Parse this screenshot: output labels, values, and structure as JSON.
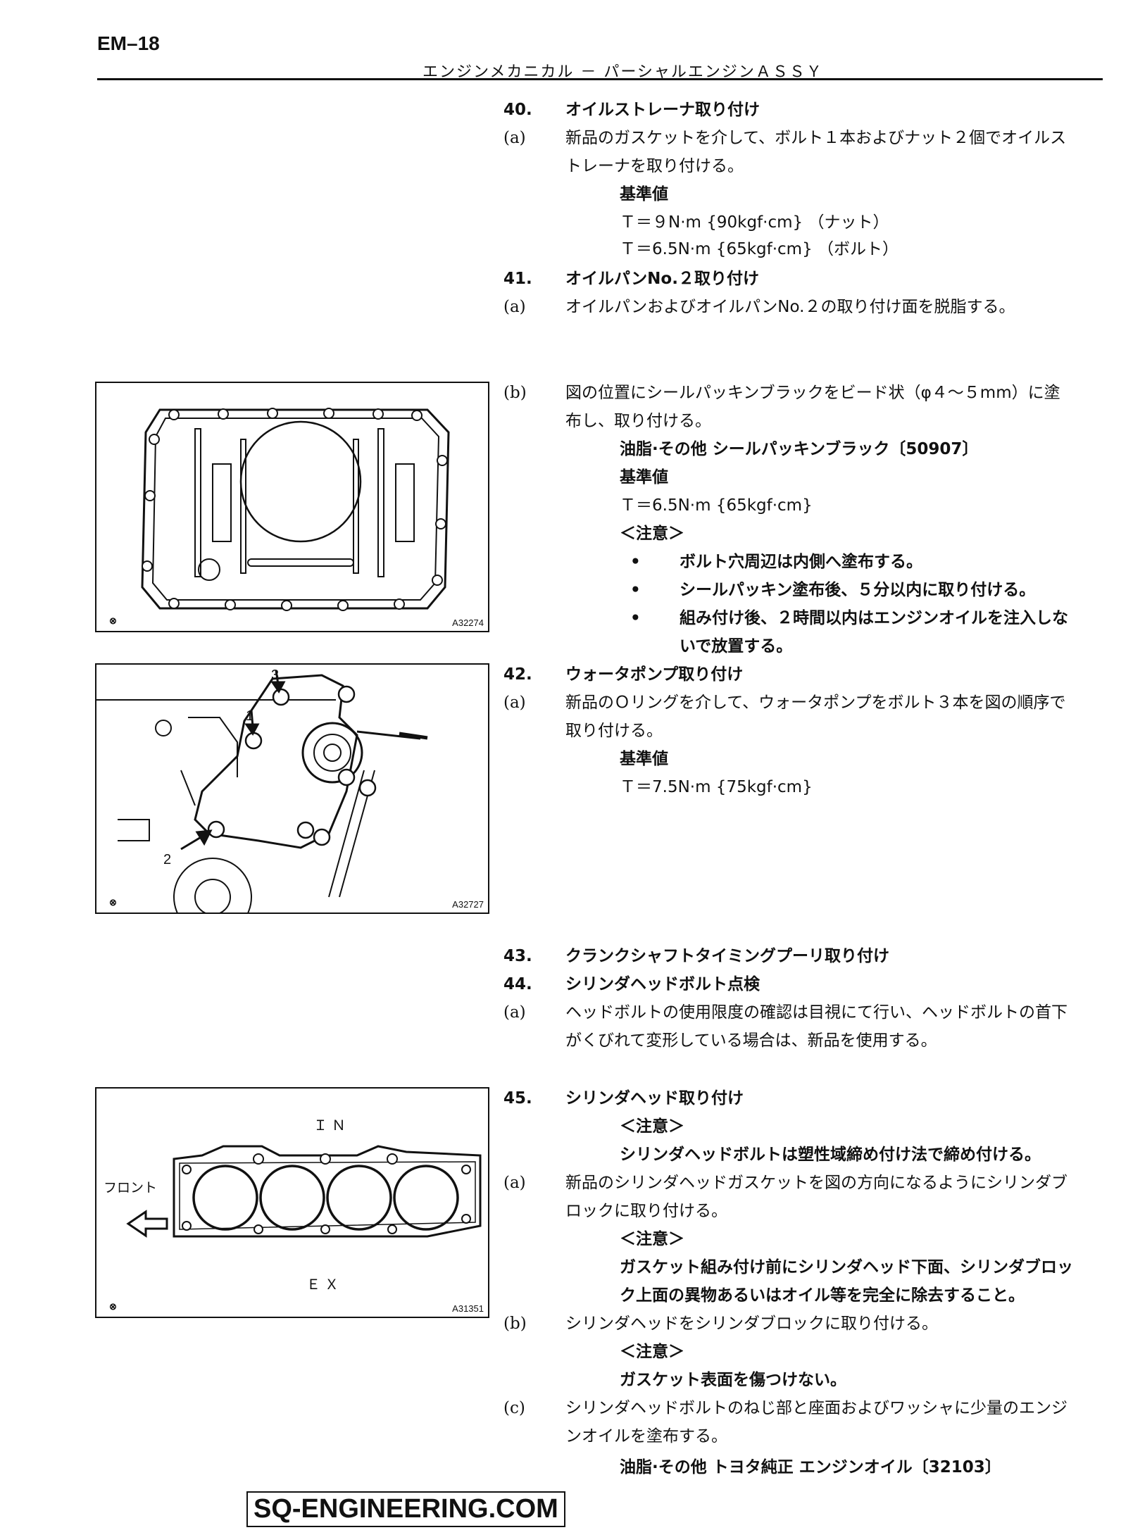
{
  "page": {
    "number": "EM–18",
    "section": "エンジンメカニカル － パーシャルエンジンＡＳＳＹ",
    "footer": "SQ-ENGINEERING.COM"
  },
  "lines": {
    "l40": {
      "num": "40.",
      "text": "オイルストレーナ取り付け"
    },
    "l40a1": {
      "label": "(a)",
      "text": "新品のガスケットを介して、ボルト１本およびナット２個でオイルス"
    },
    "l40a2": "トレーナを取り付ける。",
    "l40s": "基準値",
    "l40t1": "Ｔ＝９N·m {90kgf·cm} （ナット）",
    "l40t2": "Ｔ＝6.5N·m {65kgf·cm} （ボルト）",
    "l41": {
      "num": "41.",
      "text": "オイルパンNo.２取り付け"
    },
    "l41a": {
      "label": "(a)",
      "text": "オイルパンおよびオイルパンNo.２の取り付け面を脱脂する。"
    },
    "l41b1": {
      "label": "(b)",
      "text": "図の位置にシールパッキンブラックをビード状（φ４～５mm）に塗"
    },
    "l41b2": "布し、取り付ける。",
    "l41oil": "油脂·その他 シールパッキンブラック〔50907〕",
    "l41s": "基準値",
    "l41t": "Ｔ＝6.5N·m {65kgf·cm}",
    "l41c": "＜注意＞",
    "l41bul1": "ボルト穴周辺は内側へ塗布する。",
    "l41bul2": "シールパッキン塗布後、５分以内に取り付ける。",
    "l41bul3a": "組み付け後、２時間以内はエンジンオイルを注入しな",
    "l41bul3b": "いで放置する。",
    "bullet": "•",
    "l42": {
      "num": "42.",
      "text": "ウォータポンプ取り付け"
    },
    "l42a1": {
      "label": "(a)",
      "text": "新品のＯリングを介して、ウォータポンプをボルト３本を図の順序で"
    },
    "l42a2": "取り付ける。",
    "l42s": "基準値",
    "l42t": "Ｔ＝7.5N·m {75kgf·cm}",
    "l43": {
      "num": "43.",
      "text": "クランクシャフトタイミングプーリ取り付け"
    },
    "l44": {
      "num": "44.",
      "text": "シリンダヘッドボルト点検"
    },
    "l44a1": {
      "label": "(a)",
      "text": "ヘッドボルトの使用限度の確認は目視にて行い、ヘッドボルトの首下"
    },
    "l44a2": "がくびれて変形している場合は、新品を使用する。",
    "l45": {
      "num": "45.",
      "text": "シリンダヘッド取り付け"
    },
    "l45c": "＜注意＞",
    "l45ct": "シリンダヘッドボルトは塑性域締め付け法で締め付ける。",
    "l45a1": {
      "label": "(a)",
      "text": "新品のシリンダヘッドガスケットを図の方向になるようにシリンダブ"
    },
    "l45a2": "ロックに取り付ける。",
    "l45ac": "＜注意＞",
    "l45act1": "ガスケット組み付け前にシリンダヘッド下面、シリンダブロッ",
    "l45act2": "ク上面の異物あるいはオイル等を完全に除去すること。",
    "l45b": {
      "label": "(b)",
      "text": "シリンダヘッドをシリンダブロックに取り付ける。"
    },
    "l45bc": "＜注意＞",
    "l45bct": "ガスケット表面を傷つけない。",
    "l45c1": {
      "label": "(c)",
      "text": "シリンダヘッドボルトのねじ部と座面およびワッシャに少量のエンジ"
    },
    "l45c2": "ンオイルを塗布する。",
    "l45oil": "油脂·その他 トヨタ純正 エンジンオイル〔32103〕"
  },
  "figures": {
    "oilpan": {
      "code": "A32274"
    },
    "waterpump": {
      "code": "A32727",
      "labels": [
        "1",
        "2",
        "3"
      ]
    },
    "gasket": {
      "code": "A31351",
      "in": "ＩＮ",
      "ex": "ＥＸ",
      "front": "フロント"
    }
  }
}
